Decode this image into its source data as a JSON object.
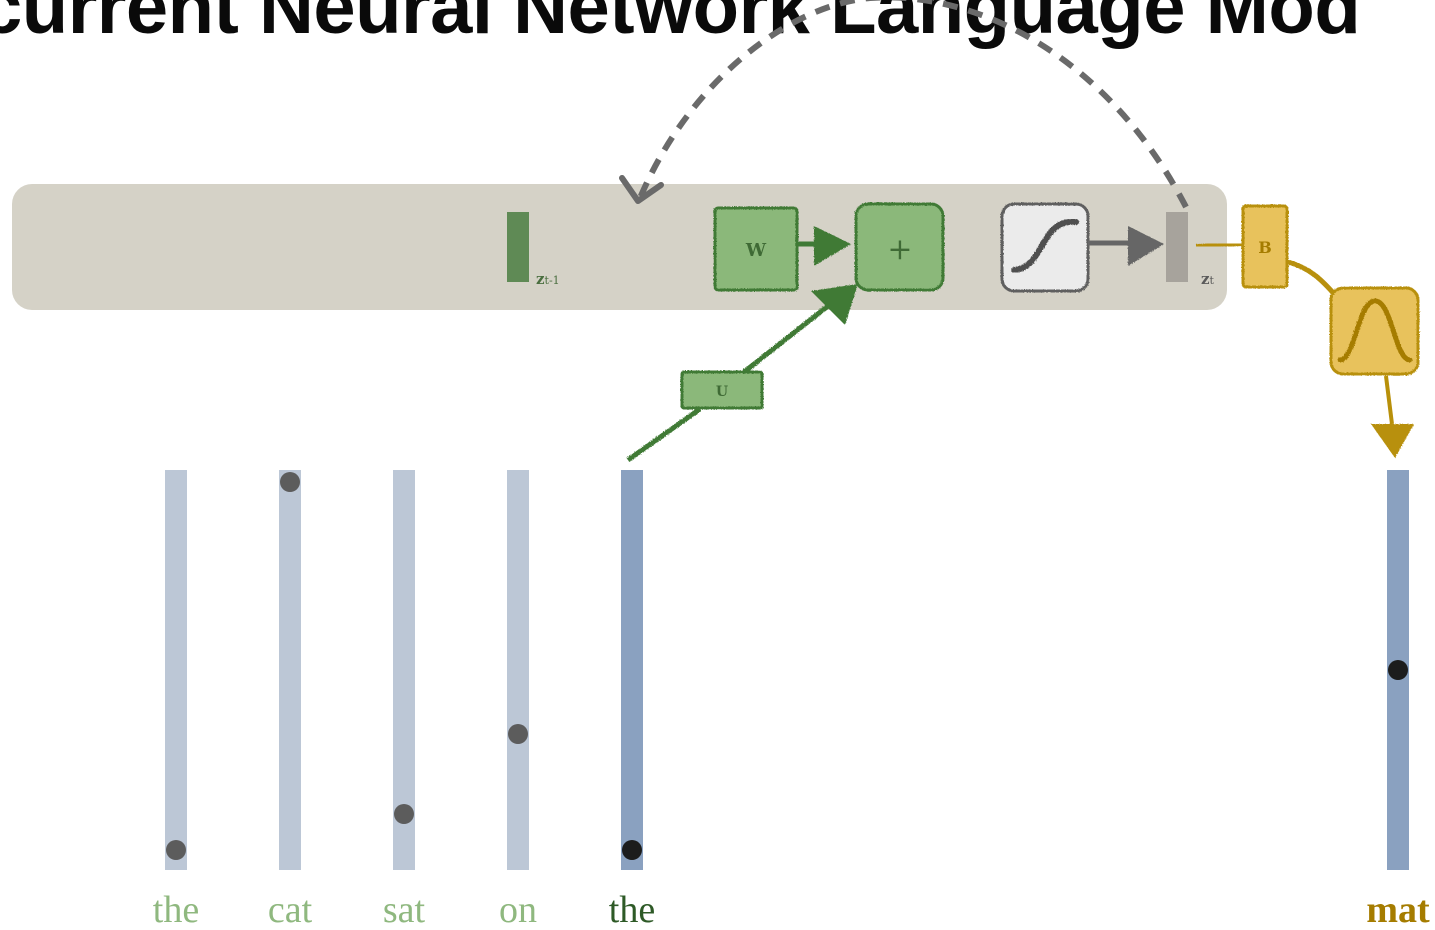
{
  "title": "current Neural Network Language Mod",
  "labels": {
    "z_prev_main": "z",
    "z_prev_sub": "t-1",
    "z_t_main": "z",
    "z_t_sub": "t",
    "w_box": "W",
    "plus_box": "+",
    "u_box": "U",
    "b_box": "B"
  },
  "icons": {
    "activation": "sigmoid-curve-icon",
    "softmax": "bell-curve-icon"
  },
  "words": {
    "input": [
      {
        "text": "the",
        "active": false
      },
      {
        "text": "cat",
        "active": false
      },
      {
        "text": "sat",
        "active": false
      },
      {
        "text": "on",
        "active": false
      },
      {
        "text": "the",
        "active": true
      }
    ],
    "output": "mat"
  },
  "vectors": {
    "input_dot_positions": [
      0.95,
      0.03,
      0.86,
      0.66,
      0.95
    ],
    "output_dot_position": 0.5
  },
  "colors": {
    "panel": "#d5d2c7",
    "green_fill": "#8bb87a",
    "green_stroke": "#3f7a36",
    "gold_fill": "#e8c25c",
    "gold_stroke": "#b8900a",
    "vector_light": "#bcc7d6",
    "vector_active": "#8aa1c0",
    "word_light": "#8fb87f",
    "word_active": "#2e5a27",
    "word_output": "#a57c00",
    "dashed_arrow": "#6a6a6a"
  }
}
